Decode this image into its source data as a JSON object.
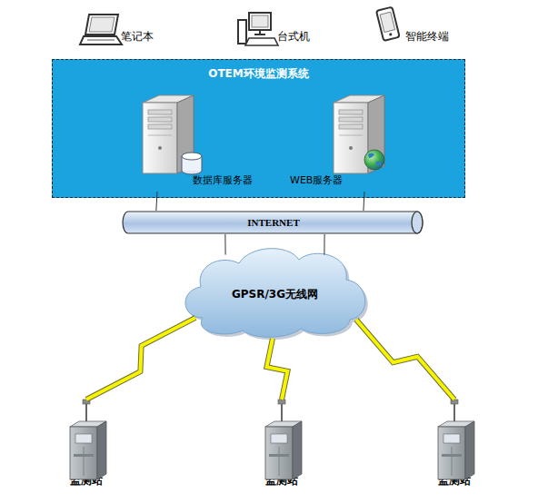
{
  "diagram": {
    "nodes": [
      {
        "text": [
          "OTEM环境监测系统"
        ]
      },
      {
        "text": [
          "数据库服务器"
        ],
        "in": 0
      },
      {
        "text": [
          "WEB服务器"
        ],
        "in": 0
      },
      {
        "text": [
          "INTERNET"
        ]
      },
      {
        "text": [
          "GPSR/3G无线网"
        ]
      },
      {
        "text": [
          "监测站"
        ]
      },
      {
        "text": [
          "监测站"
        ]
      },
      {
        "text": [
          "监测站"
        ]
      }
    ],
    "edges": [
      {
        "from": 1,
        "to": 3,
        "arrow": "none"
      },
      {
        "from": 2,
        "to": 3,
        "arrow": "none"
      },
      {
        "from": 3,
        "to": 4,
        "arrow": "none"
      },
      {
        "from": 3,
        "to": 4,
        "arrow": "none"
      },
      {
        "from": 4,
        "to": 5,
        "arrow": "none"
      },
      {
        "from": 4,
        "to": 6,
        "arrow": "none"
      },
      {
        "from": 4,
        "to": 7,
        "arrow": "none"
      }
    ],
    "labels": [
      "笔记本",
      "台式机",
      "智能终端"
    ]
  }
}
